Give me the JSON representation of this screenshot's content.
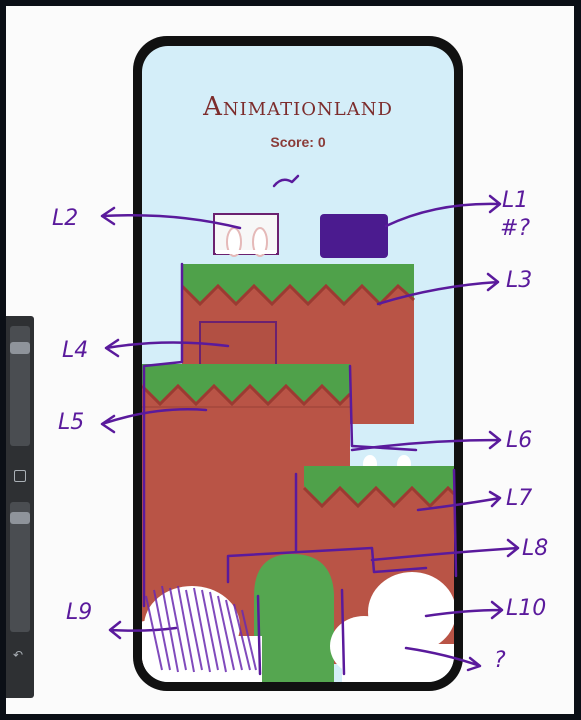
{
  "game": {
    "title": "Animationland",
    "score": "Score: 0"
  },
  "annotations": {
    "l1": "L1",
    "l1_note": "#?",
    "l2": "L2",
    "l3": "L3",
    "l4": "L4",
    "l5": "L5",
    "l6": "L6",
    "l7": "L7",
    "l8": "L8",
    "l9": "L9",
    "l10": "L10",
    "unknown": "?"
  },
  "colors": {
    "sky": "#d4eef9",
    "grass": "#4fa14a",
    "earth": "#b95446",
    "zigzag_dark": "#9b3b32",
    "ink": "#5a1a9c",
    "cloud": "#ffffff",
    "bush": "#55a650"
  },
  "toolbar": {
    "undo_icon": "undo-icon",
    "square_icon": "square-icon"
  }
}
